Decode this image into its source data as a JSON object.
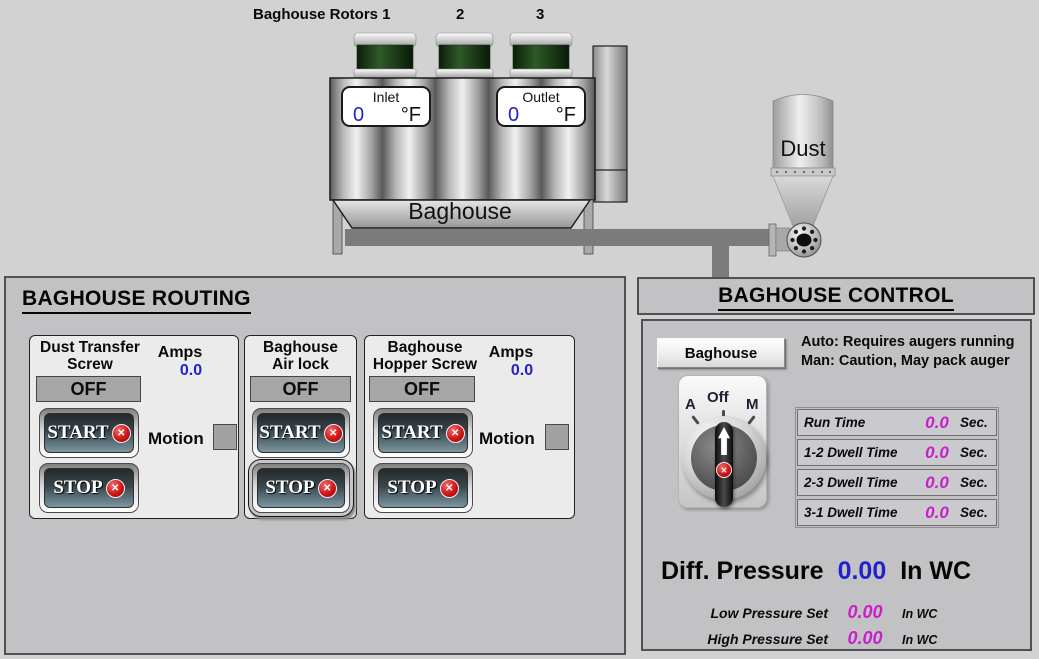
{
  "colors": {
    "page_bg": "#d2d2d2",
    "panel_bg": "#c2c2c5",
    "value_blue": "#2222cc",
    "value_magenta": "#c820c8",
    "alarm_red": "#c41818",
    "rotor_green": "#1d3a17"
  },
  "icons": {
    "x_glyph": "✕"
  },
  "diagram": {
    "rotors_label": "Baghouse Rotors 1",
    "rotor2_label": "2",
    "rotor3_label": "3",
    "inlet": {
      "label": "Inlet",
      "value": "0",
      "unit": "°F"
    },
    "outlet": {
      "label": "Outlet",
      "value": "0",
      "unit": "°F"
    },
    "baghouse_label": "Baghouse",
    "dust_label": "Dust"
  },
  "routing": {
    "title": "BAGHOUSE ROUTING",
    "groups": [
      {
        "title_line1": "Dust Transfer",
        "title_line2": "Screw",
        "status": "OFF",
        "start_label": "START",
        "stop_label": "STOP",
        "amps_label": "Amps",
        "amps_value": "0.0",
        "motion_label": "Motion"
      },
      {
        "title_line1": "Baghouse",
        "title_line2": "Air lock",
        "status": "OFF",
        "start_label": "START",
        "stop_label": "STOP"
      },
      {
        "title_line1": "Baghouse",
        "title_line2": "Hopper Screw",
        "status": "OFF",
        "start_label": "START",
        "stop_label": "STOP",
        "amps_label": "Amps",
        "amps_value": "0.0",
        "motion_label": "Motion"
      }
    ]
  },
  "control": {
    "title": "BAGHOUSE CONTROL",
    "baghouse_button_label": "Baghouse",
    "auto_note": "Auto: Requires augers running",
    "man_note": "Man: Caution, May pack auger",
    "selector": {
      "left": "A",
      "center": "Off",
      "right": "M"
    },
    "timers": [
      {
        "label": "Run Time",
        "value": "0.0",
        "unit": "Sec."
      },
      {
        "label": "1-2 Dwell Time",
        "value": "0.0",
        "unit": "Sec."
      },
      {
        "label": "2-3 Dwell Time",
        "value": "0.0",
        "unit": "Sec."
      },
      {
        "label": "3-1 Dwell Time",
        "value": "0.0",
        "unit": "Sec."
      }
    ],
    "diff_pressure": {
      "label": "Diff. Pressure",
      "value": "0.00",
      "unit": "In WC"
    },
    "low_pressure": {
      "label": "Low Pressure Set",
      "value": "0.00",
      "unit": "In WC"
    },
    "high_pressure": {
      "label": "High Pressure Set",
      "value": "0.00",
      "unit": "In WC"
    }
  }
}
